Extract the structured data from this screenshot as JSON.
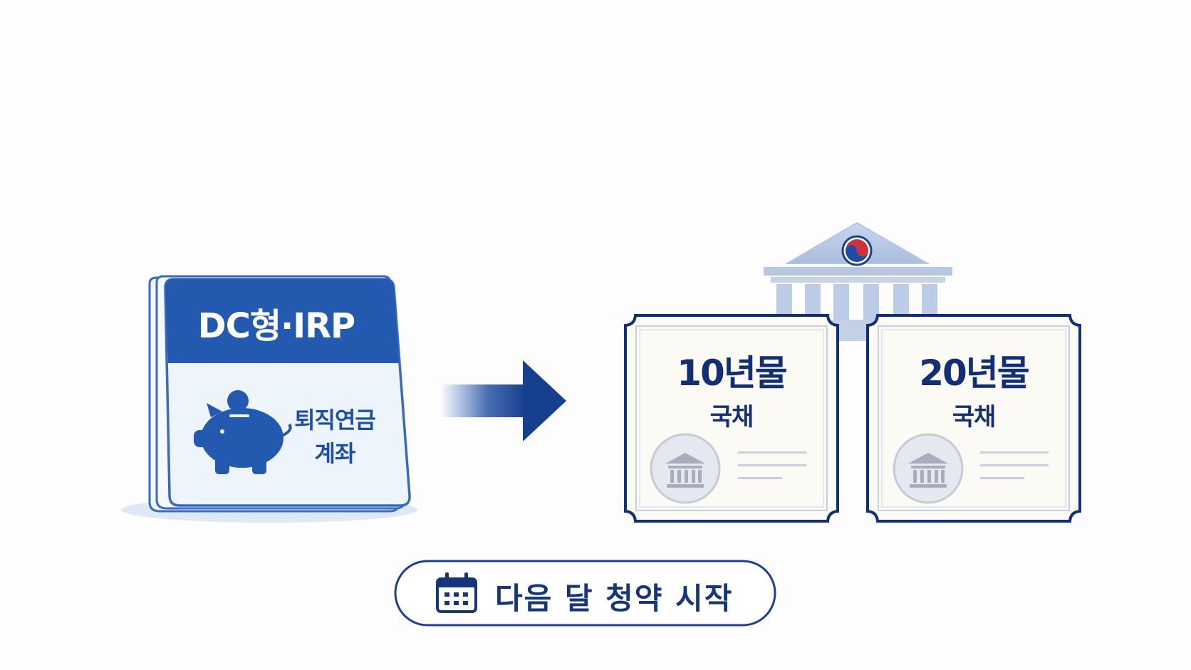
{
  "pension_card": {
    "title": "DC형·IRP",
    "label_line1": "퇴직연금",
    "label_line2": "계좌"
  },
  "bonds": [
    {
      "term": "10년물",
      "type": "국채"
    },
    {
      "term": "20년물",
      "type": "국채"
    }
  ],
  "notice": {
    "text": "다음 달 청약 시작"
  },
  "colors": {
    "primary_blue": "#2459b0",
    "navy": "#132f73",
    "light_blue_bg": "#eef4fc",
    "cert_bg": "#fbfaf5"
  },
  "icons": {
    "account": "piggy-bank-icon",
    "flow": "arrow-right-icon",
    "issuer": "government-building-icon",
    "seal": "bank-seal-icon",
    "notice": "calendar-icon"
  }
}
